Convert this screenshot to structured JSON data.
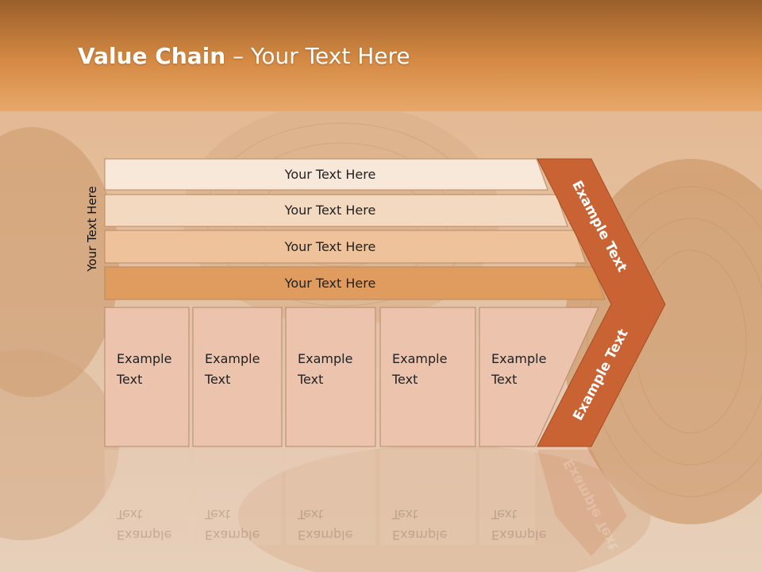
{
  "slide": {
    "title_bold": "Value Chain",
    "title_rest": " – Your Text Here",
    "side_label": "Your Text Here"
  },
  "bars": [
    {
      "label": "Your Text Here",
      "fill": "#f8e8da"
    },
    {
      "label": "Your Text Here",
      "fill": "#f3d9bf"
    },
    {
      "label": "Your Text Here",
      "fill": "#eec29a"
    },
    {
      "label": "Your Text Here",
      "fill": "#e09c5e"
    }
  ],
  "columns": [
    {
      "text": "Example\nText"
    },
    {
      "text": "Example\nText"
    },
    {
      "text": "Example\nText"
    },
    {
      "text": "Example\nText"
    },
    {
      "text": "Example\nText"
    }
  ],
  "chevron": {
    "upper_text": "Example Text",
    "lower_text": "Example Text",
    "color": "#c96334"
  },
  "colors": {
    "header_top": "#a8682c",
    "header_mid": "#d58a44",
    "column_fill": "#ecc3ad",
    "column_stroke": "#b7896d"
  }
}
